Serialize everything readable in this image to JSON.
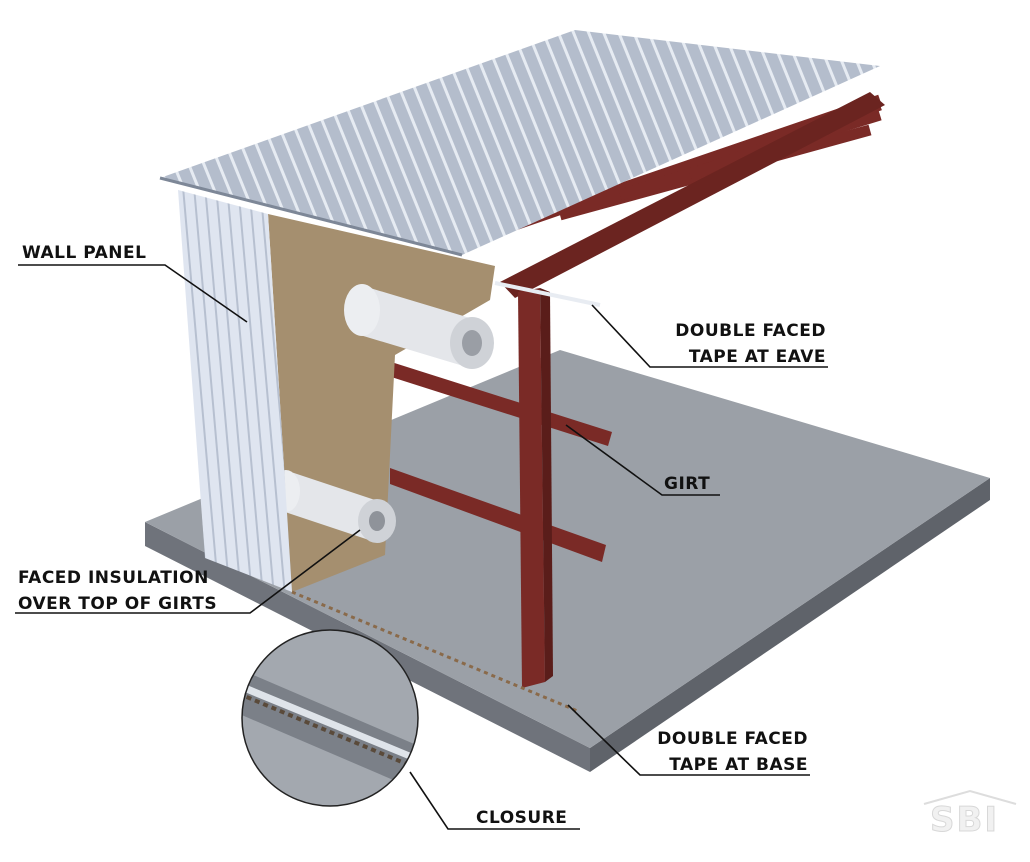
{
  "labels": {
    "wall_panel": "WALL PANEL",
    "eave_tape_line1": "DOUBLE FACED",
    "eave_tape_line2": "TAPE AT EAVE",
    "girt": "GIRT",
    "insulation_line1": "FACED INSULATION",
    "insulation_line2": "OVER TOP OF GIRTS",
    "base_tape_line1": "DOUBLE FACED",
    "base_tape_line2": "TAPE AT BASE",
    "closure": "CLOSURE"
  },
  "logo": {
    "text": "SBI"
  },
  "colors": {
    "steel": "#7a2a26",
    "roof": "#a9b4c6",
    "wall": "#dfe5f0",
    "insulation": "#a58f6f",
    "slab": "#8c9098"
  }
}
